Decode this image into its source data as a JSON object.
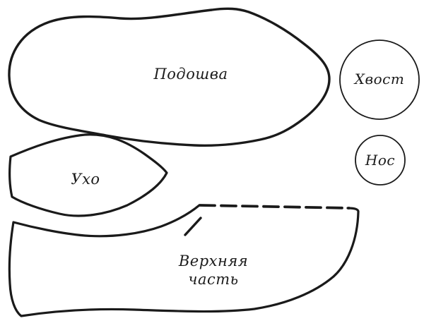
{
  "diagram": {
    "type": "sewing-pattern",
    "labels": {
      "sole": "Подошва",
      "tail": "Хвост",
      "nose": "Нос",
      "ear": "Ухо",
      "upper_line1": "Верхняя",
      "upper_line2": "часть"
    },
    "pieces": [
      {
        "id": "sole",
        "label": "Подошва",
        "shape": "rounded-oval-blob"
      },
      {
        "id": "tail",
        "label": "Хвост",
        "shape": "circle-large"
      },
      {
        "id": "nose",
        "label": "Нос",
        "shape": "circle-small"
      },
      {
        "id": "ear",
        "label": "Ухо",
        "shape": "leaf-with-flat-base"
      },
      {
        "id": "upper",
        "label": "Верхняя часть",
        "shape": "shoe-upper",
        "has_dashed_top_edge": true,
        "has_notch_mark": true
      }
    ],
    "colors": {
      "background": "#ffffff",
      "stroke": "#1a1a1a",
      "text": "#1c1c1c"
    }
  }
}
